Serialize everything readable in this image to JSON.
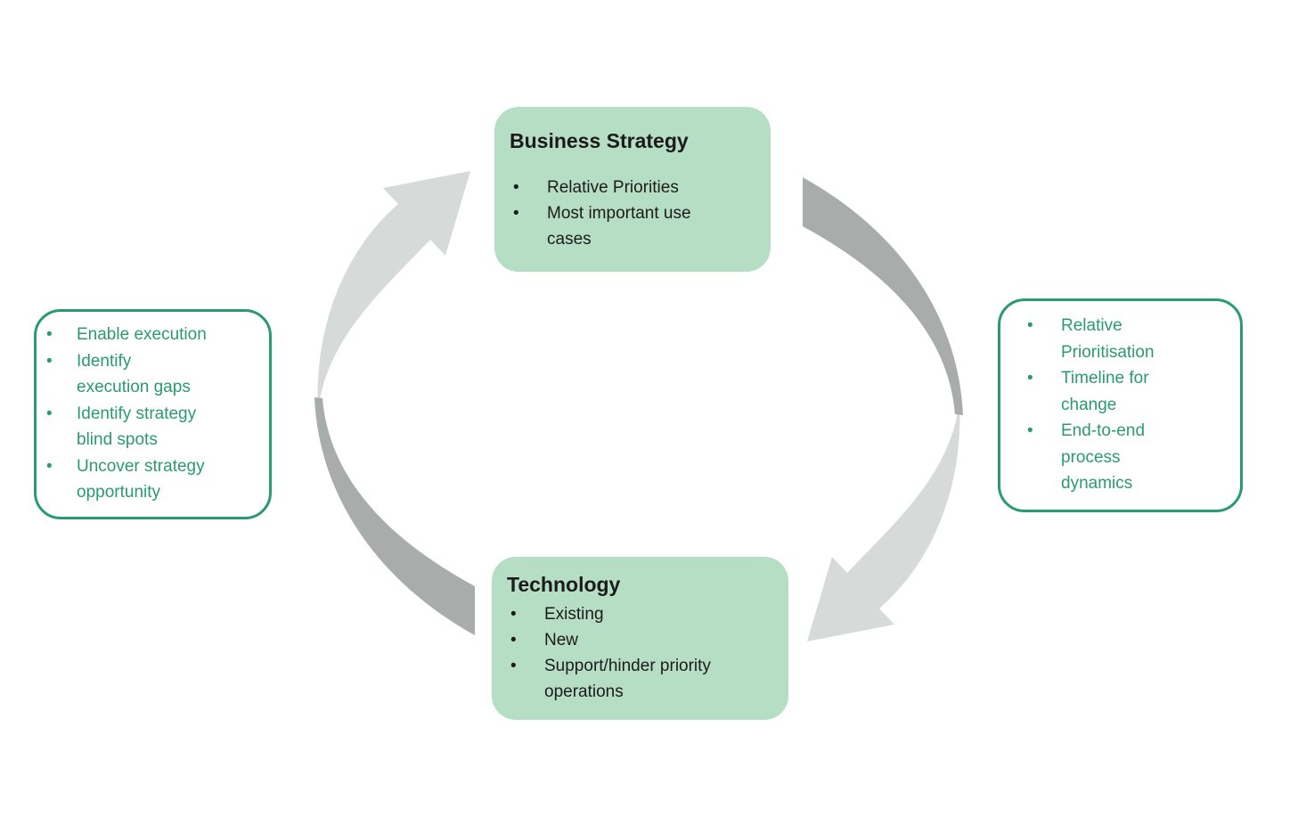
{
  "colors": {
    "canvas_bg": "#ffffff",
    "box_green_fill": "#b6dec5",
    "green": "#2a9b6e",
    "arrow_light": "#d6dbd9",
    "arrow_dark": "#a8acaa",
    "text_dark": "#1b1b1b"
  },
  "glyphs": {
    "bullet": "•"
  },
  "boxes": {
    "business_strategy": {
      "title": "Business Strategy",
      "bullets": [
        "Relative Priorities",
        "Most important use\ncases"
      ]
    },
    "technology": {
      "title": "Technology",
      "bullets": [
        "Existing",
        "New",
        "Support/hinder priority\noperations"
      ]
    },
    "left_panel": {
      "bullets": [
        "Enable execution",
        "Identify\nexecution gaps",
        "Identify strategy\nblind spots",
        "Uncover strategy\nopportunity"
      ]
    },
    "right_panel": {
      "bullets": [
        "Relative\nPrioritisation",
        "Timeline for\nchange",
        "End-to-end\nprocess\ndynamics"
      ]
    }
  }
}
